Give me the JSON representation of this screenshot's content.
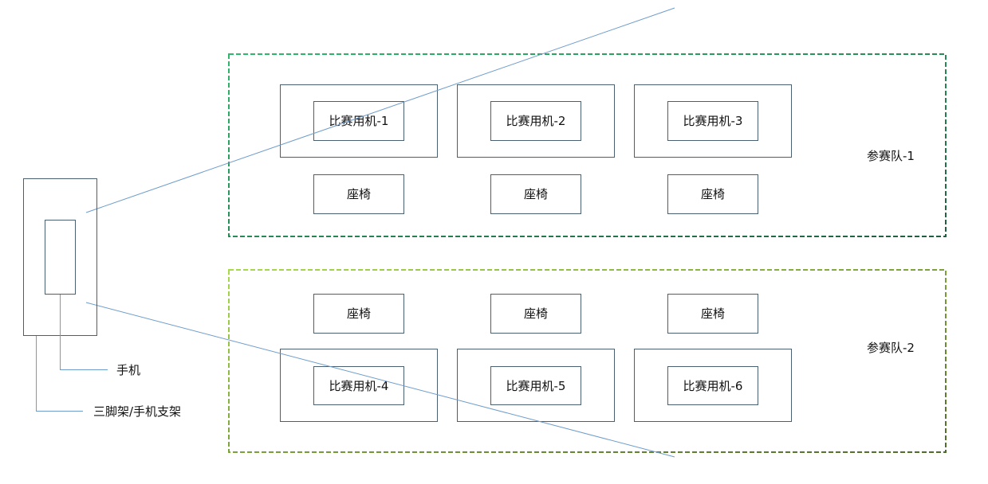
{
  "colors": {
    "team1_border_start": "#2fb86c",
    "team1_border_end": "#1f5f3f",
    "team2_border_start": "#a8d94c",
    "team2_border_end": "#4f6b2a",
    "box_stroke": "#4a5f70",
    "camera_line": "#6e9ccc"
  },
  "teams": [
    {
      "label": "参赛队-1",
      "machines": [
        "比赛用机-1",
        "比赛用机-2",
        "比赛用机-3"
      ],
      "chairs": [
        "座椅",
        "座椅",
        "座椅"
      ]
    },
    {
      "label": "参赛队-2",
      "machines": [
        "比赛用机-4",
        "比赛用机-5",
        "比赛用机-6"
      ],
      "chairs": [
        "座椅",
        "座椅",
        "座椅"
      ]
    }
  ],
  "camera": {
    "phone_label": "手机",
    "stand_label": "三脚架/手机支架"
  }
}
